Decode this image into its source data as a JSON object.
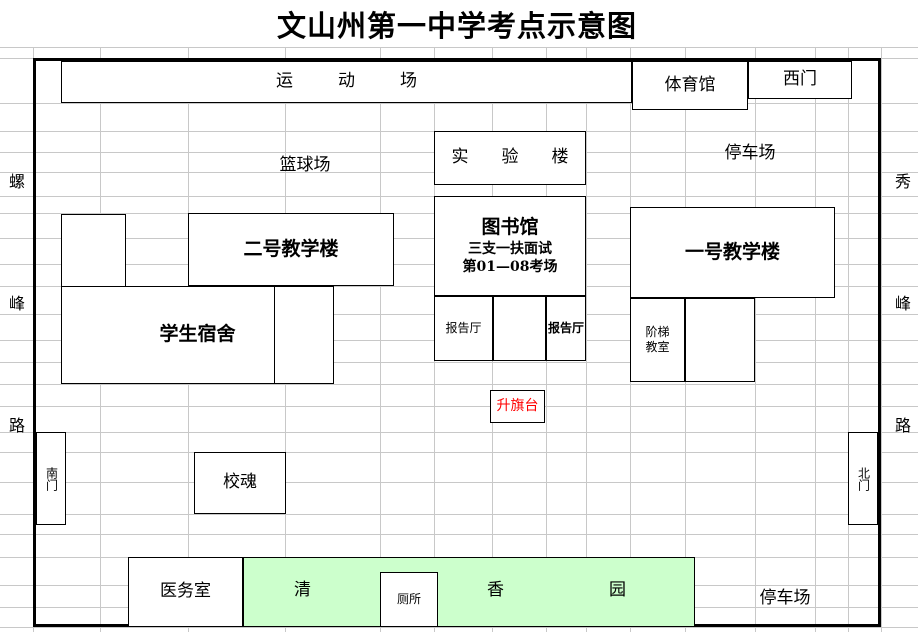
{
  "title": "文山州第一中学考点示意图",
  "colors": {
    "garden_fill": "#CCFFCC",
    "flag_text": "#FF0000",
    "grid": "#C8C8C8",
    "border": "#000000"
  },
  "roads": {
    "left": {
      "chars": [
        "螺",
        "峰",
        "路"
      ],
      "name": "螺峰路"
    },
    "right": {
      "chars": [
        "秀",
        "峰",
        "路"
      ],
      "name": "秀峰路"
    }
  },
  "gates": {
    "west": "西门",
    "south": "南门",
    "north": "北门"
  },
  "areas": {
    "playground": "运　动　场",
    "gymnasium": "体育馆",
    "basketball_court": "篮球场",
    "parking_top": "停车场",
    "parking_bottom": "停车场",
    "lab_building": "实　验　楼",
    "teaching_building_2": "二号教学楼",
    "teaching_building_1": "一号教学楼",
    "dormitory": "学生宿舍",
    "library": {
      "name": "图书馆",
      "line2": "三支一扶面试",
      "line3": "第01—08考场"
    },
    "lecture_hall_left": "报告厅",
    "lecture_hall_right": "报告厅",
    "stepped_classroom": "阶梯\n教室",
    "stepped_classroom_l1": "阶梯",
    "stepped_classroom_l2": "教室",
    "flag_platform": "升旗台",
    "school_soul": "校魂",
    "clinic": "医务室",
    "garden": "清　　香　　园",
    "garden_c1": "清",
    "garden_c2": "香",
    "garden_c3": "园",
    "toilet": "厕所"
  }
}
